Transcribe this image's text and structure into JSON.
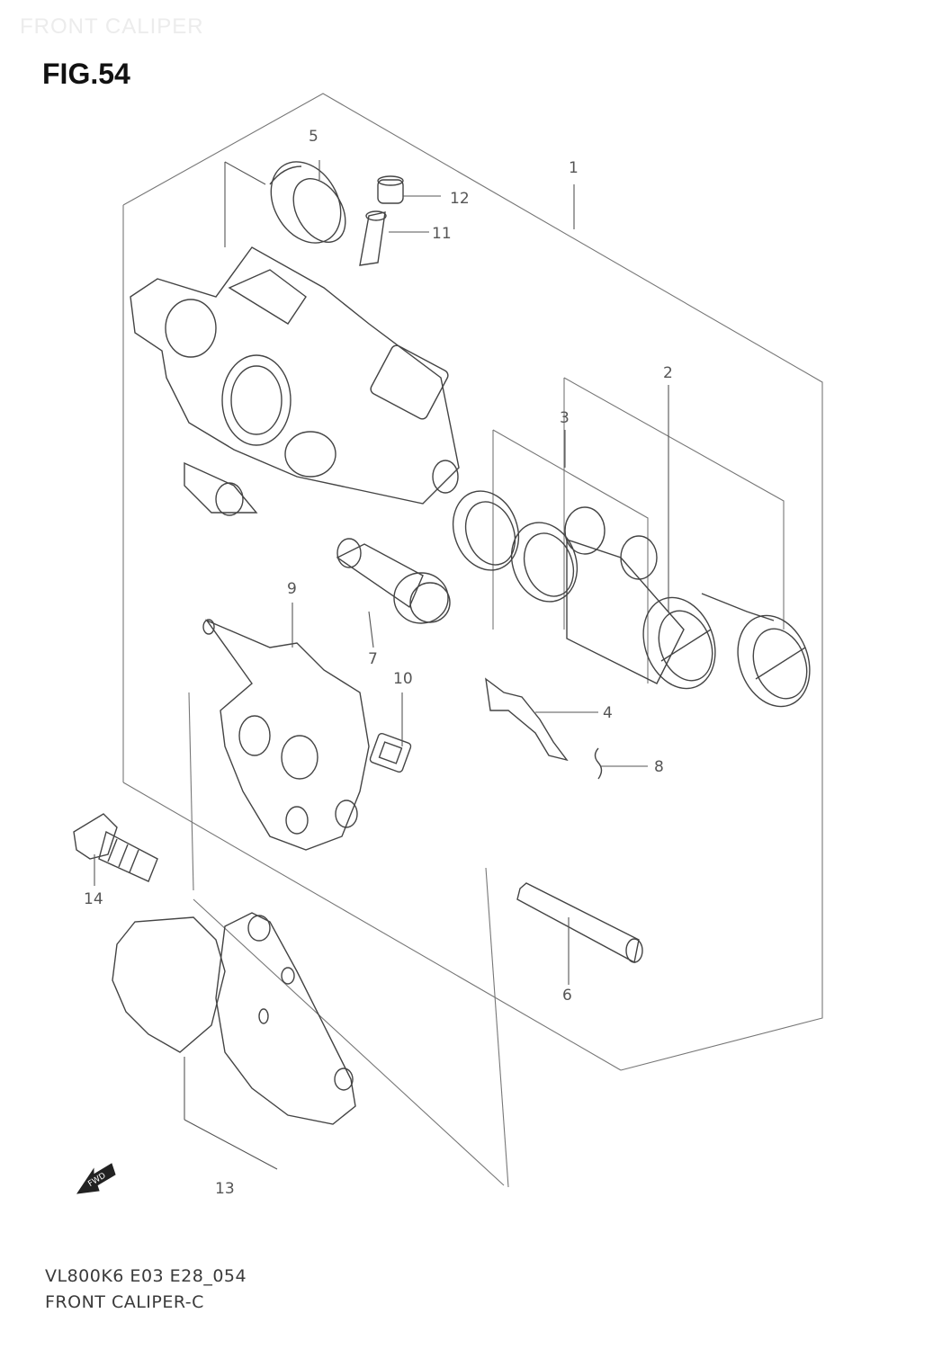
{
  "watermark": "FRONT CALIPER",
  "figure_title": "FIG.54",
  "callouts": {
    "c1": "1",
    "c2": "2",
    "c3": "3",
    "c4": "4",
    "c5": "5",
    "c6": "6",
    "c7": "7",
    "c8": "8",
    "c9": "9",
    "c10": "10",
    "c11": "11",
    "c12": "12",
    "c13": "13",
    "c14": "14"
  },
  "fwd_label": "FWD",
  "footer": {
    "code": "VL800K6 E03 E28_054",
    "caption": "FRONT CALIPER-C"
  }
}
